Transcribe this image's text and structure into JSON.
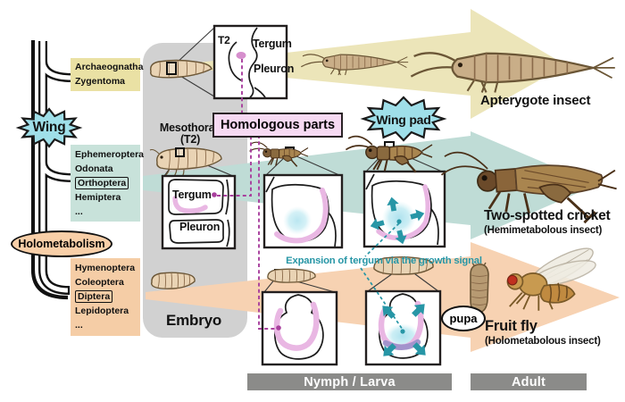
{
  "palette": {
    "yellow_arrow": "#ece5b9",
    "yellow_box": "#eae1a4",
    "teal_arrow": "#bfdcd6",
    "teal_box": "#c8e2da",
    "orange_arrow": "#f7d2b2",
    "orange_box": "#f5cda6",
    "cyan_burst": "#9fdfe9",
    "pink_panel": "#f6d9f2",
    "pink_band": "#e9b7e3",
    "magenta_dash": "#a83f9d",
    "teal_accent": "#2796a6",
    "purple_band": "#9b8fc9",
    "gray_column": "#d1d1d1",
    "gray_bar": "#8b8b89"
  },
  "phylogeny": {
    "wing_event": "Wing",
    "holometabolism_event": "Holometabolism",
    "apterygote_taxa": [
      "Archaeognatha",
      "Zygentoma"
    ],
    "hemimetabolous_taxa": [
      "Ephemeroptera",
      "Odonata",
      "Orthoptera",
      "Hemiptera",
      "..."
    ],
    "hemimetabolous_highlighted": "Orthoptera",
    "holometabolous_taxa": [
      "Hymenoptera",
      "Coleoptera",
      "Diptera",
      "Lepidoptera",
      "..."
    ],
    "holometabolous_highlighted": "Diptera"
  },
  "embryo_column": {
    "title": "Embryo",
    "mesothorax_line1": "Mesothorax",
    "mesothorax_line2": "(T2)",
    "t2_box": {
      "t2": "T2",
      "tergum": "Tergum",
      "pleuron": "Pleuron"
    },
    "cross_section": {
      "tergum": "Tergum",
      "pleuron": "Pleuron"
    }
  },
  "annotations": {
    "homologous_parts": "Homologous parts",
    "wing_pad": "Wing pad",
    "expansion_note": "Expansion of tergum via the growth signal",
    "pupa": "pupa"
  },
  "lineages": {
    "apterygote": {
      "name": "Apterygote insect"
    },
    "cricket": {
      "name": "Two-spotted cricket",
      "subtitle": "(Hemimetabolous insect)"
    },
    "fly": {
      "name": "Fruit fly",
      "subtitle": "(Holometabolous insect)"
    }
  },
  "stage_bars": {
    "nymph_larva": "Nymph / Larva",
    "adult": "Adult"
  }
}
